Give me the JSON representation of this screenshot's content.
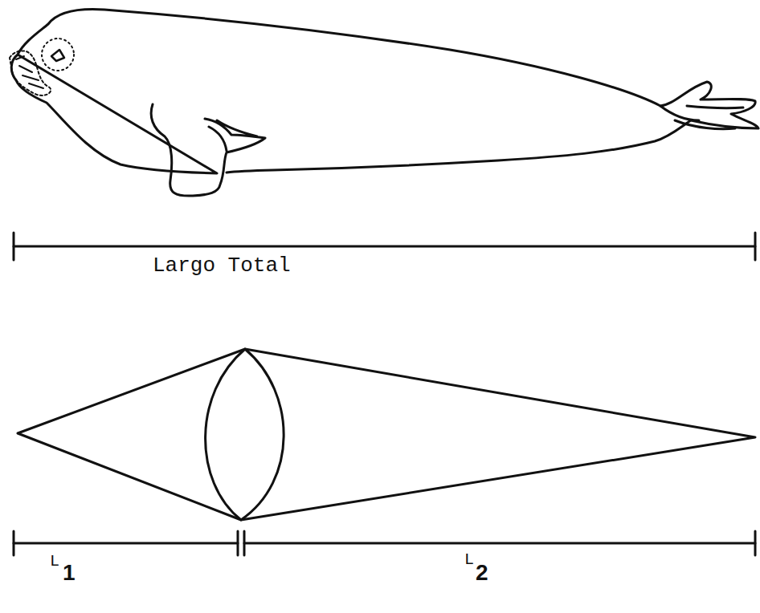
{
  "diagram": {
    "labels": [
      "Largo Total",
      "L",
      "1",
      "L",
      "2"
    ]
  }
}
